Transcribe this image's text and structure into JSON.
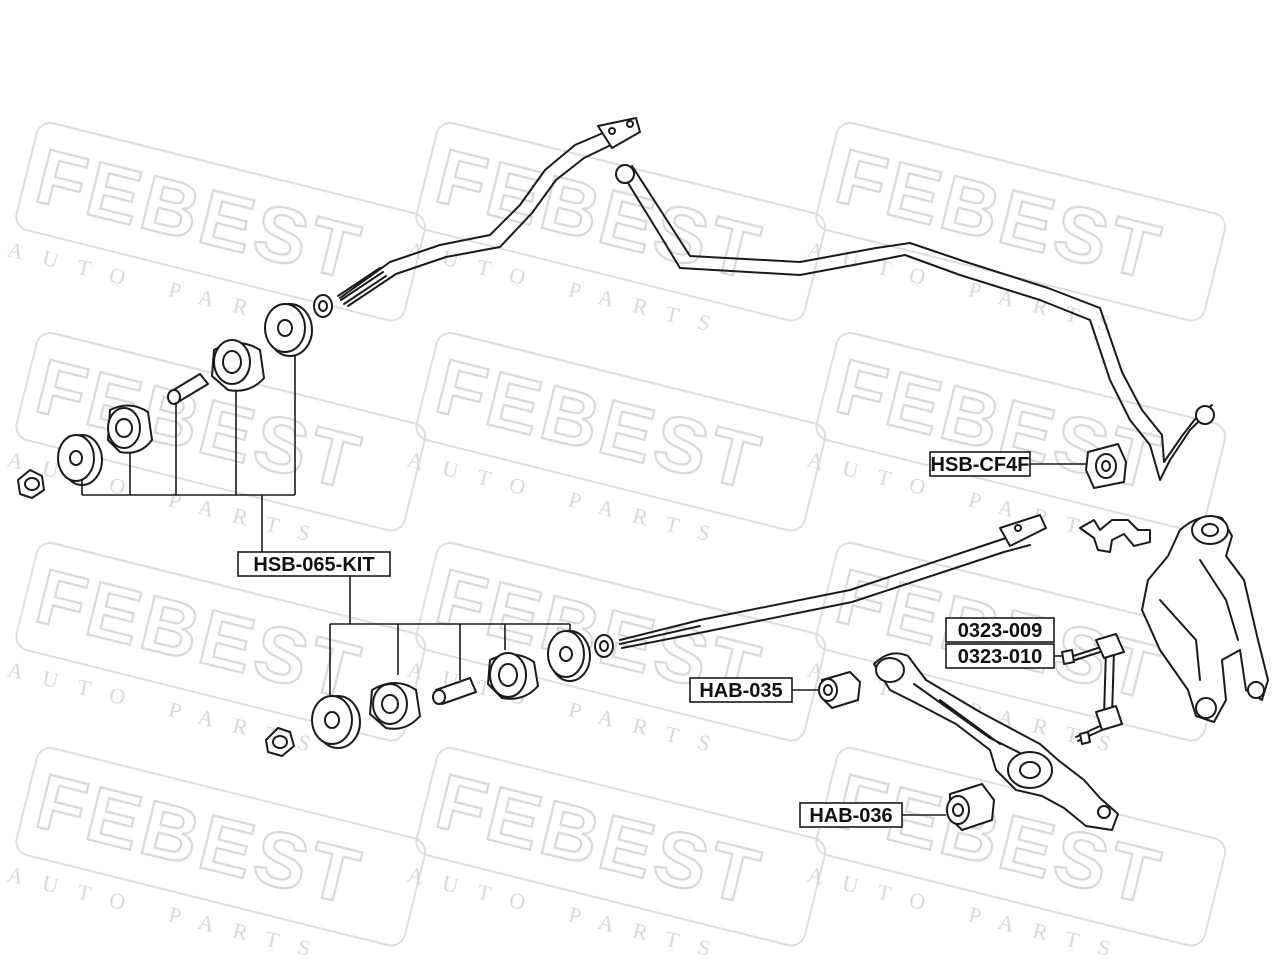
{
  "watermark": {
    "brand": "FEBEST",
    "tagline": "AUTO PARTS"
  },
  "labels": {
    "hsb_065_kit": "HSB-065-KIT",
    "hsb_cf4f": "HSB-CF4F",
    "part_0323_009": "0323-009",
    "part_0323_010": "0323-010",
    "hab_035": "HAB-035",
    "hab_036": "HAB-036"
  }
}
